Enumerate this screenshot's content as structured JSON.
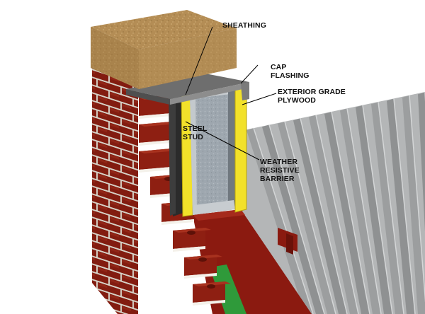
{
  "labels": {
    "sheathing": "SHEATHING",
    "cap_flashing": [
      "CAP",
      "FLASHING"
    ],
    "plywood": [
      "EXTERIOR GRADE",
      "PLYWOOD"
    ],
    "steel_stud": [
      "STEEL",
      "STUD"
    ],
    "barrier": [
      "WEATHER",
      "RESISTIVE",
      "BARRIER"
    ]
  },
  "colors": {
    "brick": "#8e1f12",
    "brick_dark": "#5e1108",
    "brick_light": "#a8321f",
    "mortar": "#f4f1ea",
    "coping_top": "#b9935a",
    "coping_side": "#9c7740",
    "cap_flashing": "#7a7a7a",
    "sheathing": "#f2e12a",
    "steel_stud": "#9aa3ab",
    "roof_membrane": "#8b1a10",
    "roof_deck": "#a4a6a7",
    "green_board": "#2f9a3a"
  }
}
